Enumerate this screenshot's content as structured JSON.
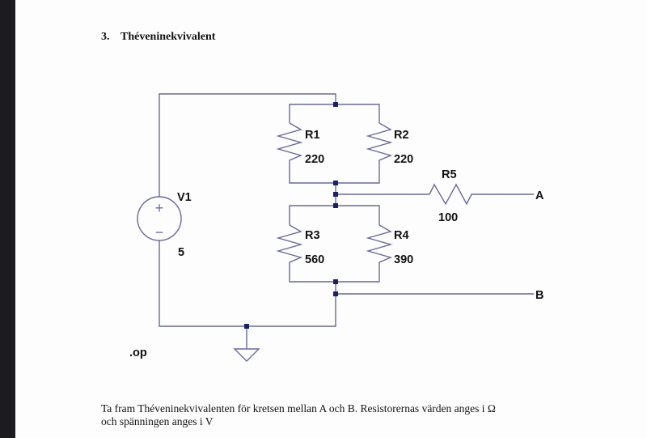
{
  "problem": {
    "number": "3.",
    "title": "Théveninekvivalent",
    "description_line1": "Ta fram Théveninekvivalenten för kretsen mellan A och B. Resistorernas värden anges i Ω",
    "description_line2": "och spänningen anges i V"
  },
  "schematic": {
    "wire_color": "#6a6a9a",
    "junction_color": "#1a1f66",
    "directive": ".op",
    "source": {
      "name": "V1",
      "value": "5",
      "plus": "+",
      "minus": "−"
    },
    "resistors": [
      {
        "name": "R1",
        "value": "220"
      },
      {
        "name": "R2",
        "value": "220"
      },
      {
        "name": "R3",
        "value": "560"
      },
      {
        "name": "R4",
        "value": "390"
      },
      {
        "name": "R5",
        "value": "100"
      }
    ],
    "terminals": {
      "a": "A",
      "b": "B"
    }
  }
}
